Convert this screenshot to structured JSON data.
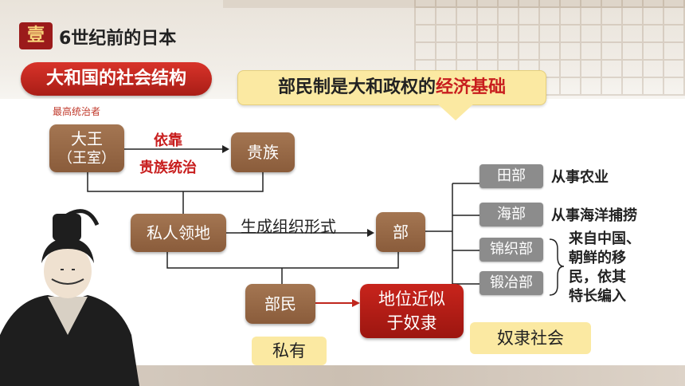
{
  "header": {
    "badge": "壹",
    "title": "6世纪前的日本"
  },
  "section_title": "大和国的社会结构",
  "callout": {
    "prefix": "部民制是大和政权的",
    "highlight": "经济基础"
  },
  "supreme_label": "最高统治者",
  "king": {
    "line1": "大王",
    "line2": "（王室）"
  },
  "rely": {
    "line1": "依靠",
    "line2": "贵族统治"
  },
  "nobles": "贵族",
  "private_land": "私人领地",
  "forms": "生成组织形式",
  "bu": "部",
  "sub_units": [
    {
      "label": "田部",
      "desc": "从事农业"
    },
    {
      "label": "海部",
      "desc": "从事海洋捕捞"
    },
    {
      "label": "锦织部"
    },
    {
      "label": "锻冶部"
    }
  ],
  "immigrant_desc": [
    "来自中国、",
    "朝鲜的移",
    "民，依其",
    "特长编入"
  ],
  "bumin": "部民",
  "status": {
    "line1": "地位近似",
    "line2": "于奴隶"
  },
  "private": "私有",
  "slave_society": "奴隶社会",
  "colors": {
    "brown": "#946443",
    "red": "#b71c1c",
    "yellow": "#fbe9a2",
    "gray": "#8c8c8c"
  }
}
